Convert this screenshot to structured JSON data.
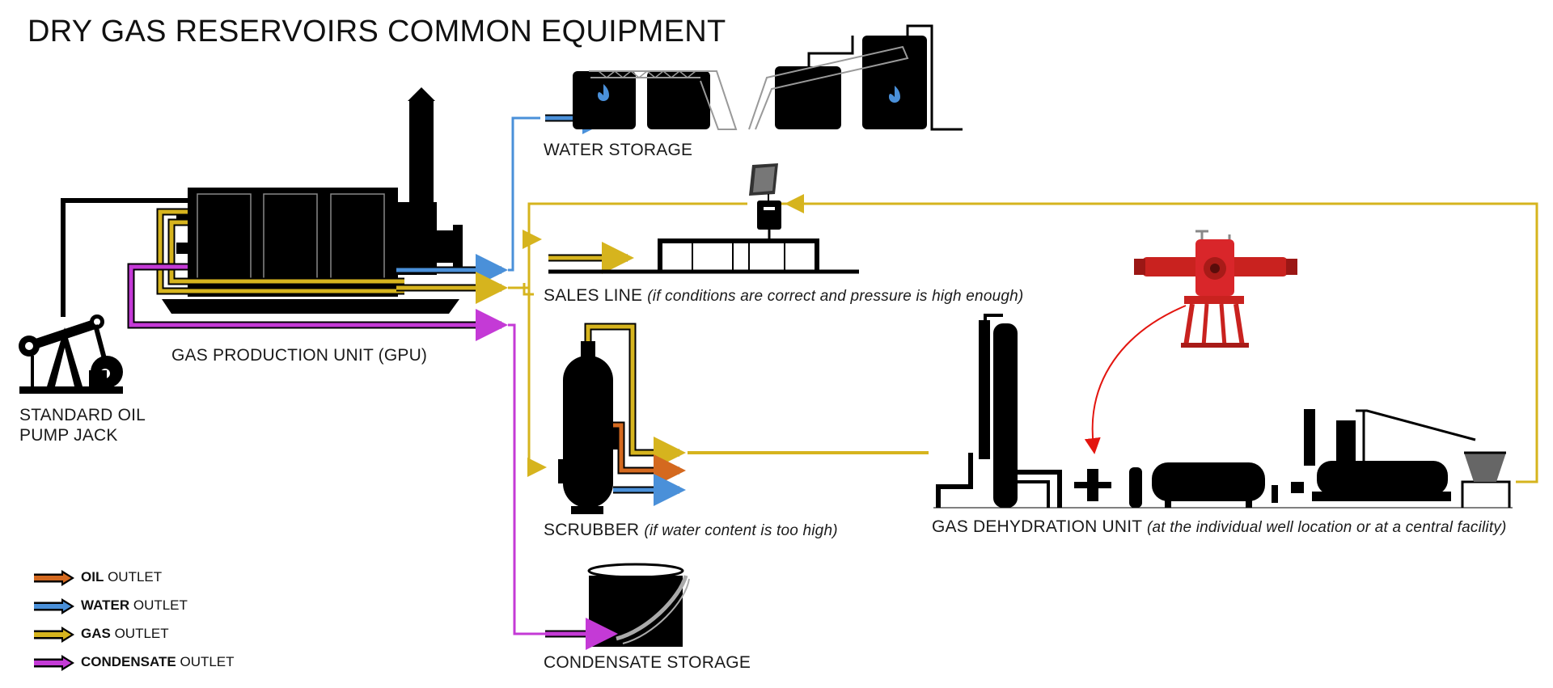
{
  "title": "DRY GAS RESERVOIRS COMMON EQUIPMENT",
  "colors": {
    "oil": "#d4691f",
    "water": "#4a90d9",
    "gas": "#d6b41e",
    "condensate": "#c43ad6",
    "equipment": "#000000",
    "valve_highlight": "#d9262a",
    "callout_arrow": "#e3150f"
  },
  "labels": {
    "pump_jack_line1": "STANDARD OIL",
    "pump_jack_line2": "PUMP JACK",
    "gpu": "GAS PRODUCTION UNIT (GPU)",
    "water_storage": "WATER STORAGE",
    "sales_line": "SALES LINE",
    "sales_line_note": "(if conditions are correct and pressure is high enough)",
    "scrubber": "SCRUBBER",
    "scrubber_note": "(if water content is too high)",
    "dehydration": "GAS DEHYDRATION UNIT",
    "dehydration_note": "(at the individual well location or at a central facility)",
    "condensate_storage": "CONDENSATE STORAGE"
  },
  "legend": [
    {
      "bold": "OIL",
      "rest": " OUTLET",
      "color_key": "oil"
    },
    {
      "bold": "WATER",
      "rest": " OUTLET",
      "color_key": "water"
    },
    {
      "bold": "GAS",
      "rest": " OUTLET",
      "color_key": "gas"
    },
    {
      "bold": "CONDENSATE",
      "rest": " OUTLET",
      "color_key": "condensate"
    }
  ],
  "icons": {
    "pump_jack": "pump-jack-icon",
    "gpu": "gas-production-unit-icon",
    "water_tanks": "water-storage-tank-icon",
    "solar_panel": "solar-panel-icon",
    "sales_meter": "sales-meter-icon",
    "scrubber": "scrubber-vessel-icon",
    "dehydrator": "dehydration-unit-icon",
    "valve": "wellhead-valve-icon",
    "condensate_tank": "condensate-tank-icon"
  }
}
